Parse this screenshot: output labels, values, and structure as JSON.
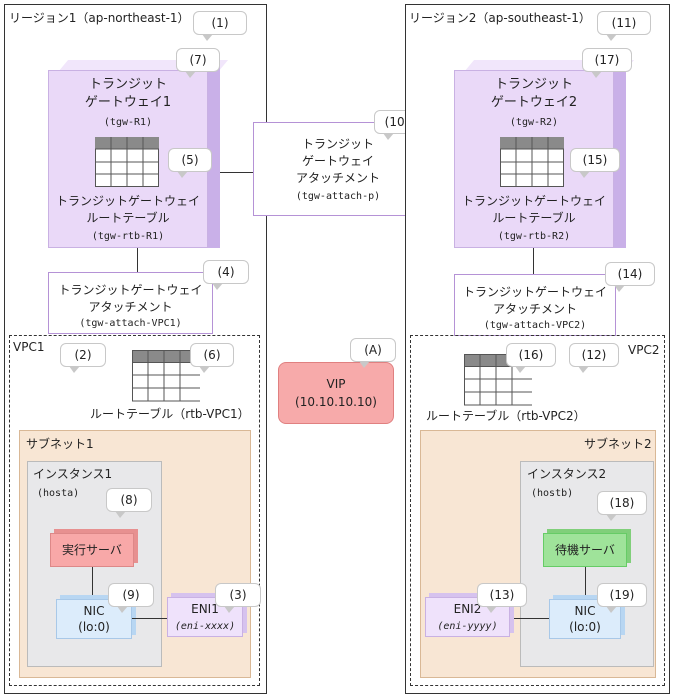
{
  "region1": {
    "label": "リージョン1（ap-northeast-1）",
    "num": "(1)"
  },
  "region2": {
    "label": "リージョン2（ap-southeast-1）",
    "num": "(11)"
  },
  "tgw1": {
    "line1": "トランジット",
    "line2": "ゲートウェイ1",
    "id": "(tgw-R1)",
    "num": "(7)"
  },
  "rtb1": {
    "line1": "トランジットゲートウェイ",
    "line2": "ルートテーブル",
    "id": "(tgw-rtb-R1)",
    "num": "(5)"
  },
  "tgw2": {
    "line1": "トランジット",
    "line2": "ゲートウェイ2",
    "id": "(tgw-R2)",
    "num": "(17)"
  },
  "rtb2": {
    "line1": "トランジットゲートウェイ",
    "line2": "ルートテーブル",
    "id": "(tgw-rtb-R2)",
    "num": "(15)"
  },
  "peer": {
    "line1": "トランジット",
    "line2": "ゲートウェイ",
    "line3": "アタッチメント",
    "id": "(tgw-attach-p)",
    "num": "(10)"
  },
  "att1": {
    "line1": "トランジットゲートウェイ",
    "line2": "アタッチメント",
    "id": "(tgw-attach-VPC1)",
    "num": "(4)"
  },
  "att2": {
    "line1": "トランジットゲートウェイ",
    "line2": "アタッチメント",
    "id": "(tgw-attach-VPC2)",
    "num": "(14)"
  },
  "vpc1": {
    "label": "VPC1",
    "num": "(2)",
    "rt_label": "ルートテーブル（rtb-VPC1）",
    "rt_num": "(6)"
  },
  "vpc2": {
    "label": "VPC2",
    "num": "(12)",
    "rt_label": "ルートテーブル（rtb-VPC2）",
    "rt_num": "(16)"
  },
  "vip": {
    "label": "VIP",
    "addr": "(10.10.10.10)",
    "num": "(A)"
  },
  "subnet1": {
    "label": "サブネット1"
  },
  "subnet2": {
    "label": "サブネット2"
  },
  "inst1": {
    "label": "インスタンス1",
    "host": "(hosta)",
    "num": "(8)",
    "server": "実行サーバ"
  },
  "inst2": {
    "label": "インスタンス2",
    "host": "(hostb)",
    "num": "(18)",
    "server": "待機サーバ"
  },
  "nic1": {
    "label": "NIC",
    "dev": "(lo:0)",
    "num": "(9)"
  },
  "nic2": {
    "label": "NIC",
    "dev": "(lo:0)",
    "num": "(19)"
  },
  "eni1": {
    "label": "ENI1",
    "id": "(eni-xxxx)",
    "num": "(3)"
  },
  "eni2": {
    "label": "ENI2",
    "id": "(eni-yyyy)",
    "num": "(13)"
  }
}
